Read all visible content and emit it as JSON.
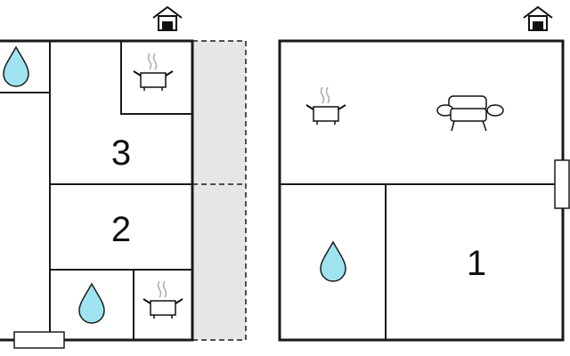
{
  "floorplan": {
    "rooms": [
      {
        "id": "room-3",
        "label": "3"
      },
      {
        "id": "room-2",
        "label": "2"
      },
      {
        "id": "room-1",
        "label": "1"
      }
    ],
    "icons": [
      "house-entrance-icon",
      "water-drop-icon",
      "cooking-pot-icon",
      "sofa-icon",
      "door-icon"
    ],
    "colors": {
      "wall": "#1a1a1a",
      "water": "#9fe3f0",
      "terrace": "#e6e6e6"
    }
  }
}
